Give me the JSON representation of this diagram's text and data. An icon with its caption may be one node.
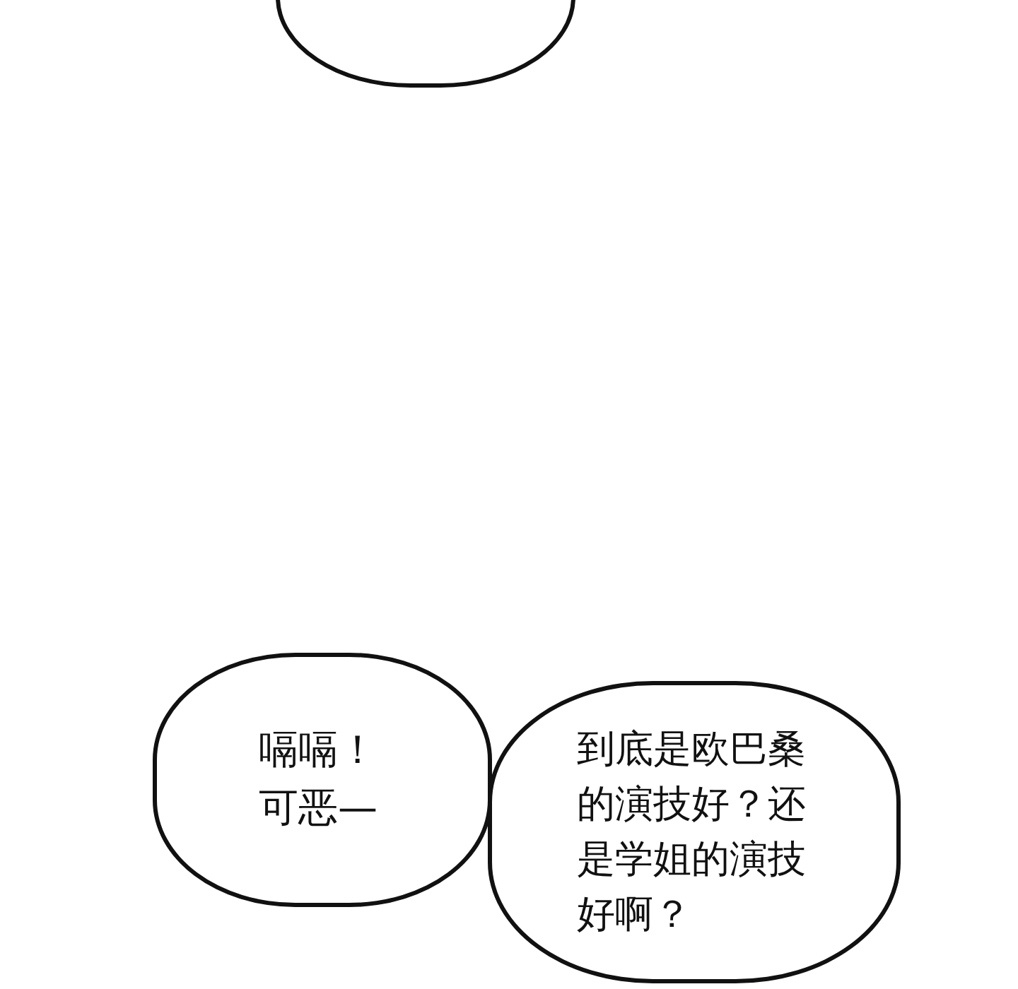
{
  "diagram": {
    "nodes": [
      {
        "text": [],
        "shape": "bubble"
      },
      {
        "text": [
          "嗝嗝！可恶—"
        ]
      },
      {
        "text": [
          "到底是欧巴桑的演技好？还是学姐的演技好啊？"
        ]
      }
    ]
  }
}
